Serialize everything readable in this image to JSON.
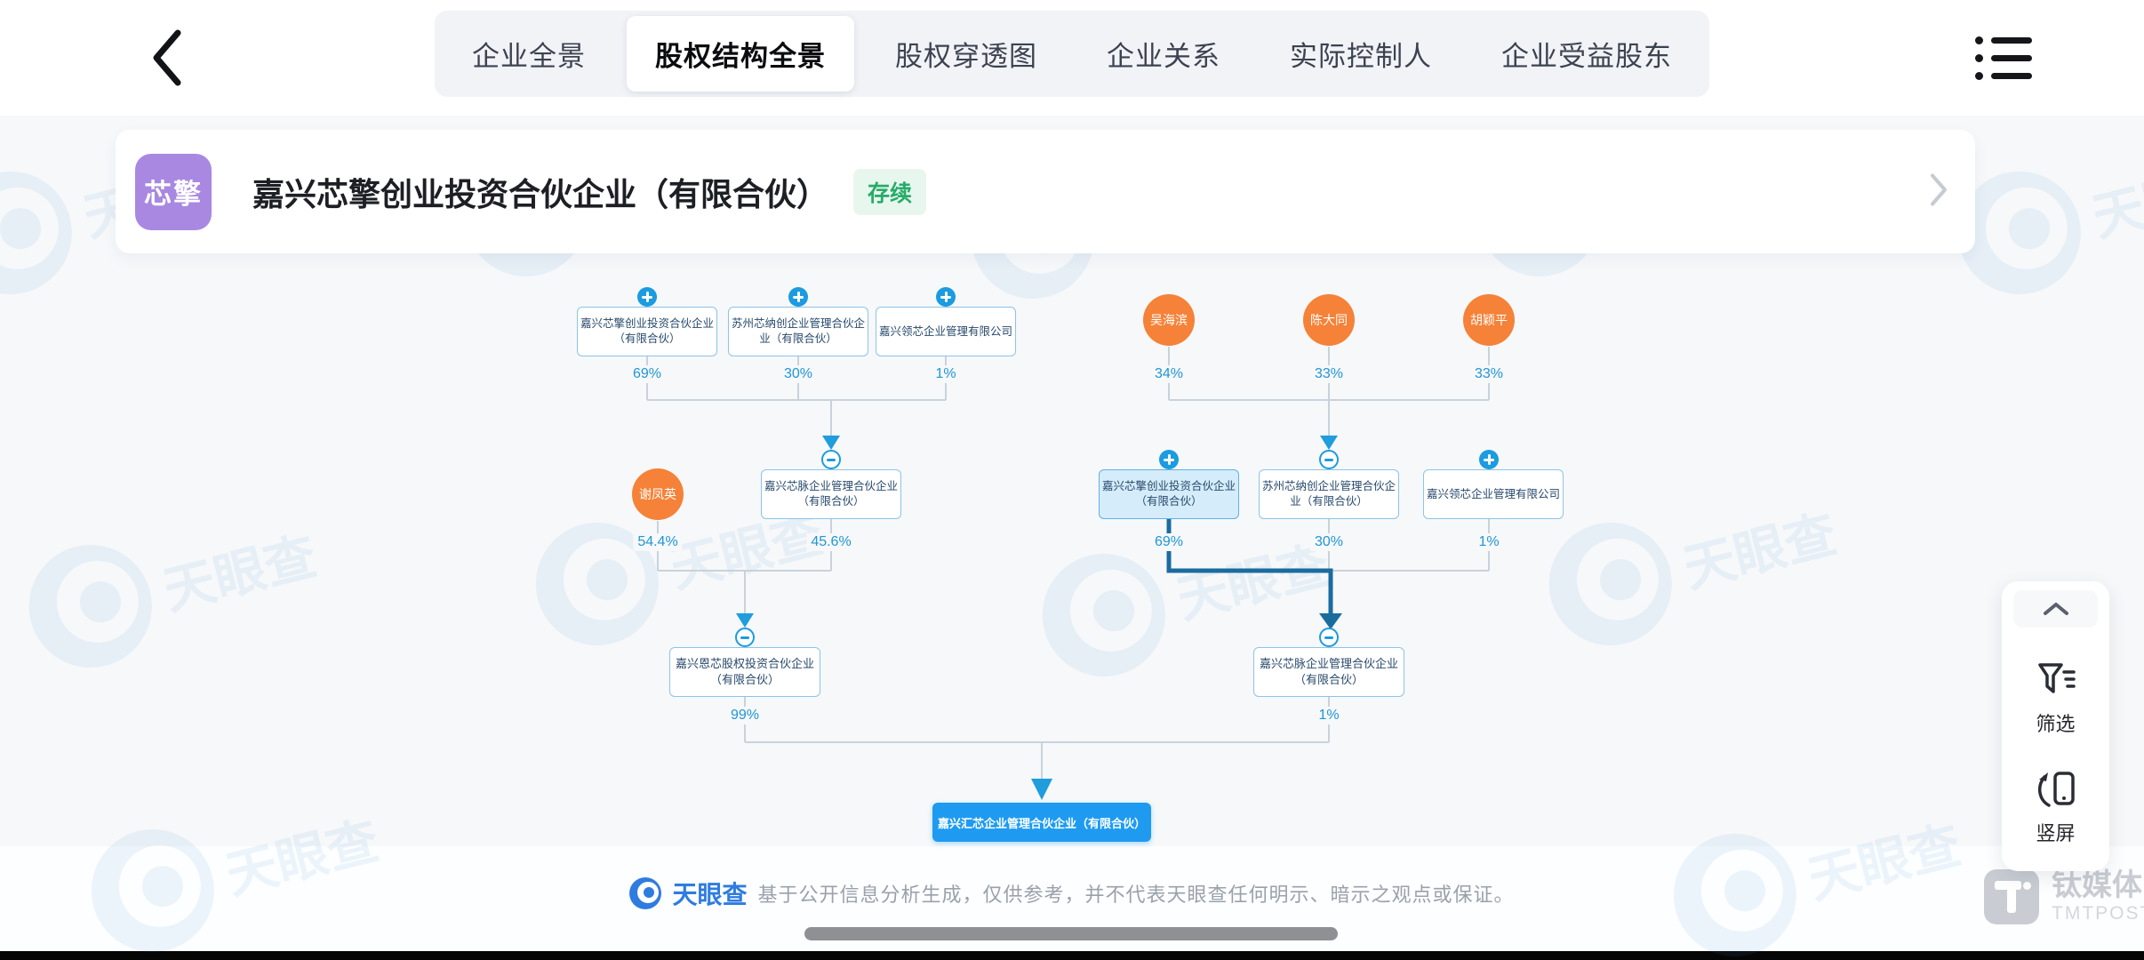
{
  "nav": {
    "tabs": [
      {
        "label": "企业全景",
        "active": false
      },
      {
        "label": "股权结构全景",
        "active": true
      },
      {
        "label": "股权穿透图",
        "active": false
      },
      {
        "label": "企业关系",
        "active": false
      },
      {
        "label": "实际控制人",
        "active": false
      },
      {
        "label": "企业受益股东",
        "active": false
      }
    ]
  },
  "company": {
    "logo_text": "芯擎",
    "name": "嘉兴芯擎创业投资合伙企业（有限合伙）",
    "status_badge": "存续"
  },
  "diagram": {
    "top_left_shareholders": [
      {
        "name": "嘉兴芯擎创业投资合伙企业（有限合伙）",
        "percent": "69%",
        "marker": "plus"
      },
      {
        "name": "苏州芯纳创企业管理合伙企业（有限合伙）",
        "percent": "30%",
        "marker": "plus"
      },
      {
        "name": "嘉兴领芯企业管理有限公司",
        "percent": "1%",
        "marker": "plus"
      }
    ],
    "top_right_shareholders": [
      {
        "name": "吴海滨",
        "percent": "34%",
        "type": "person"
      },
      {
        "name": "陈大同",
        "percent": "33%",
        "type": "person"
      },
      {
        "name": "胡颖平",
        "percent": "33%",
        "type": "person"
      }
    ],
    "mid_left": [
      {
        "name": "谢凤英",
        "percent": "54.4%",
        "type": "person"
      },
      {
        "name": "嘉兴芯脉企业管理合伙企业（有限合伙）",
        "percent": "45.6%",
        "marker": "minus"
      }
    ],
    "mid_right": [
      {
        "name": "嘉兴芯擎创业投资合伙企业（有限合伙）",
        "percent": "69%",
        "marker": "plus",
        "highlighted": true
      },
      {
        "name": "苏州芯纳创企业管理合伙企业（有限合伙）",
        "percent": "30%",
        "marker": "minus"
      },
      {
        "name": "嘉兴领芯企业管理有限公司",
        "percent": "1%",
        "marker": "plus"
      }
    ],
    "lower": [
      {
        "name": "嘉兴恩芯股权投资合伙企业（有限合伙）",
        "percent": "99%",
        "marker": "minus"
      },
      {
        "name": "嘉兴芯脉企业管理合伙企业（有限合伙）",
        "percent": "1%",
        "marker": "minus"
      }
    ],
    "root_company": {
      "name": "嘉兴汇芯企业管理合伙企业（有限合伙）"
    }
  },
  "side_panel": {
    "filter_label": "筛选",
    "portrait_label": "竖屏"
  },
  "watermark_text": "天眼查",
  "footer": {
    "brand": "天眼查",
    "disclaimer": "基于公开信息分析生成，仅供参考，并不代表天眼查任何明示、暗示之观点或保证。"
  },
  "press_mark": {
    "name": "钛媒体",
    "sub": "TMTPOST"
  },
  "colors": {
    "accent_blue": "#1b9be0",
    "dark_path_blue": "#1b6c9e",
    "node_border": "#8cc4e8",
    "person_orange": "#f58238",
    "root_blue": "#1e9bf0",
    "status_green": "#27ab69",
    "avatar_purple": "#a988e1"
  }
}
